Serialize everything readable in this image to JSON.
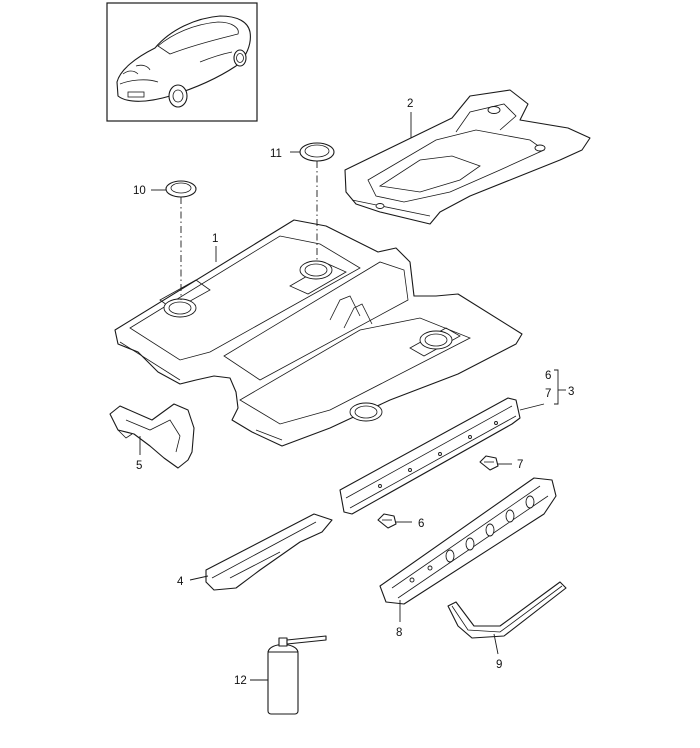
{
  "callouts": {
    "c1": "1",
    "c2": "2",
    "c3": "3",
    "c4": "4",
    "c5": "5",
    "c6a": "6",
    "c7a": "7",
    "c6b": "6",
    "c7b": "7",
    "c8": "8",
    "c9": "9",
    "c10": "10",
    "c11": "11",
    "c12": "12"
  }
}
